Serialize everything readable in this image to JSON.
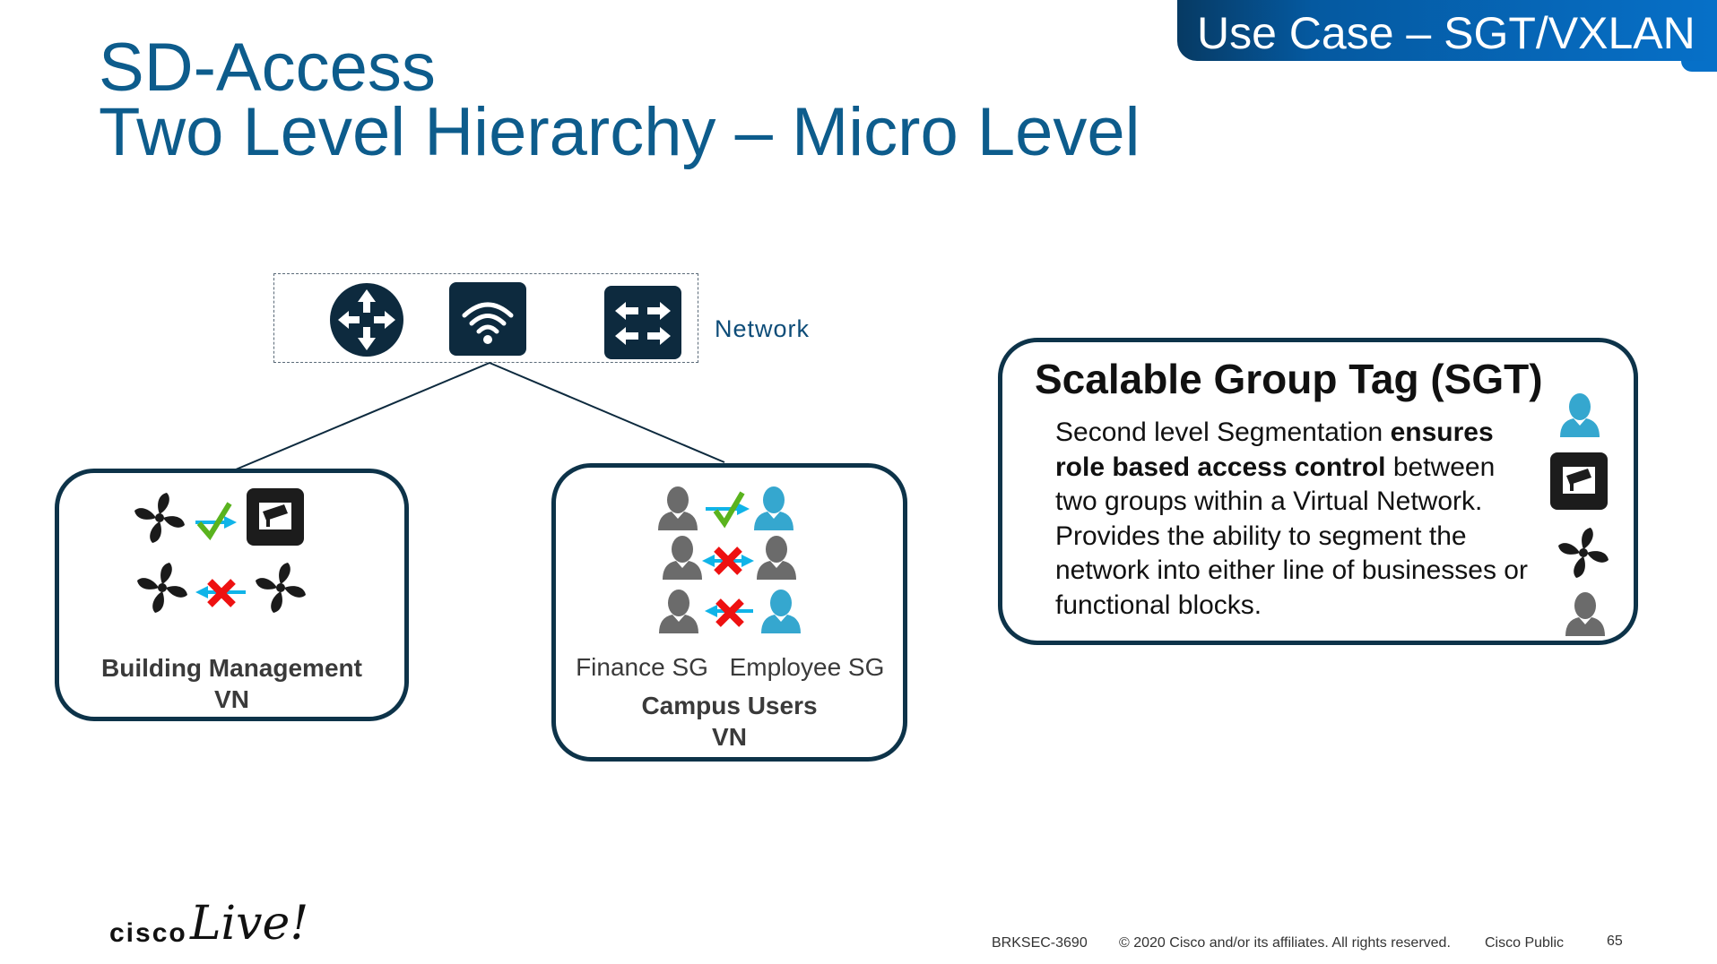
{
  "header": {
    "title_line1": "SD-Access",
    "title_line2": "Two Level Hierarchy – Micro Level",
    "banner": "Use Case – SGT/VXLAN"
  },
  "network": {
    "label": "Network",
    "icons": [
      "router-icon",
      "wireless-icon",
      "switch-icon"
    ]
  },
  "building_vn": {
    "label_line1": "Building Management",
    "label_line2": "VN"
  },
  "campus_vn": {
    "finance_label": "Finance SG",
    "employee_label": "Employee SG",
    "label_line1": "Campus Users",
    "label_line2": "VN"
  },
  "sgt": {
    "title": "Scalable Group Tag (SGT)",
    "body_part1": "Second level Segmentation ",
    "body_bold": "ensures role based access control",
    "body_part2": " between two groups within a Virtual Network. Provides the ability to segment the network into either line of businesses or functional blocks."
  },
  "footer": {
    "logo_text": "cisco Live!",
    "session_id": "BRKSEC-3690",
    "copyright": "© 2020  Cisco and/or its affiliates. All rights reserved.",
    "classification": "Cisco Public",
    "page_number": "65"
  },
  "colors": {
    "title": "#0d5c8c",
    "banner": "#0670c8",
    "box_border": "#0d3349",
    "allow": "#5ab31e",
    "deny": "#ee1111",
    "arrow": "#10b4e8",
    "person_grey": "#6b6b6b",
    "person_blue": "#35a7cf"
  }
}
